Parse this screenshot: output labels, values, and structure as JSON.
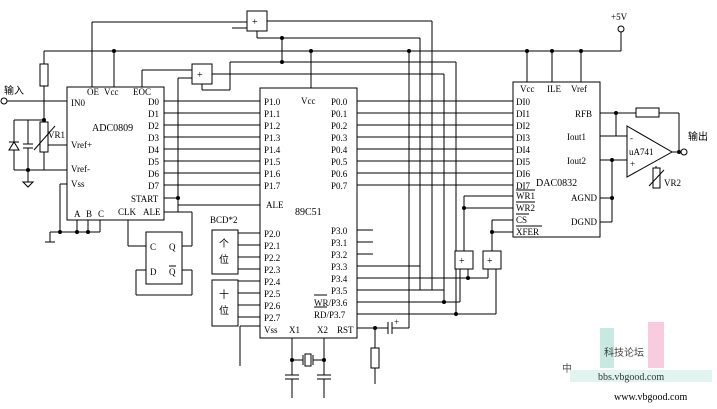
{
  "supply": {
    "label": "+5V"
  },
  "input": {
    "label": "输入"
  },
  "output": {
    "label": "输出"
  },
  "adc": {
    "name": "ADC0809",
    "top_pins": [
      "OE",
      "Vcc",
      "EOC"
    ],
    "in_label": "IN0",
    "vref_plus": "Vref+",
    "vref_minus": "Vref-",
    "vss": "Vss",
    "data_pins": [
      "D0",
      "D1",
      "D2",
      "D3",
      "D4",
      "D5",
      "D6",
      "D7"
    ],
    "start": "START",
    "ale": "ALE",
    "clk": "CLK",
    "addr_pins": [
      "A",
      "B",
      "C"
    ]
  },
  "pot1": {
    "label": "VR1"
  },
  "pot2": {
    "label": "VR2"
  },
  "mcu": {
    "name": "89C51",
    "vcc": "Vcc",
    "ale": "ALE",
    "vss": "Vss",
    "x1": "X1",
    "x2": "X2",
    "rst": "RST",
    "p1": [
      "P1.0",
      "P1.1",
      "P1.2",
      "P1.3",
      "P1.4",
      "P1.5",
      "P1.6",
      "P1.7"
    ],
    "p0": [
      "P0.0",
      "P0.1",
      "P0.2",
      "P0.3",
      "P0.4",
      "P0.5",
      "P0.6",
      "P0.7"
    ],
    "p2": [
      "P2.0",
      "P2.1",
      "P2.2",
      "P2.3",
      "P2.4",
      "P2.5",
      "P2.6",
      "P2.7"
    ],
    "p3": [
      "P3.0",
      "P3.1",
      "P3.2",
      "P3.3",
      "P3.4",
      "P3.5",
      "WR/P3.6",
      "RD/P3.7"
    ]
  },
  "dac": {
    "name": "DAC0832",
    "top_pins": [
      "Vcc",
      "ILE",
      "Vref"
    ],
    "di_pins": [
      "DI0",
      "DI1",
      "DI2",
      "DI3",
      "DI4",
      "DI5",
      "DI6",
      "DI7"
    ],
    "wr1": "WR1",
    "wr2": "WR2",
    "cs": "CS",
    "xfer": "XFER",
    "rfb": "RFB",
    "iout1": "Iout1",
    "iout2": "Iout2",
    "agnd": "AGND",
    "dgnd": "DGND"
  },
  "opamp": {
    "name": "uA741",
    "minus": "-",
    "plus": "+"
  },
  "bcd": {
    "title": "BCD*2",
    "ones": [
      "个",
      "位"
    ],
    "tens": [
      "十",
      "位"
    ]
  },
  "flipflop": {
    "pins": [
      "C",
      "Q",
      "D",
      "Q"
    ]
  },
  "or_gate": {
    "symbol": "+"
  },
  "capacitor": {
    "polarity": "+"
  },
  "watermark": {
    "logo_char": "中",
    "cn_text": "科技论坛",
    "url_faint": "bbs.vbgood.com",
    "url": "www.vbgood.com"
  }
}
